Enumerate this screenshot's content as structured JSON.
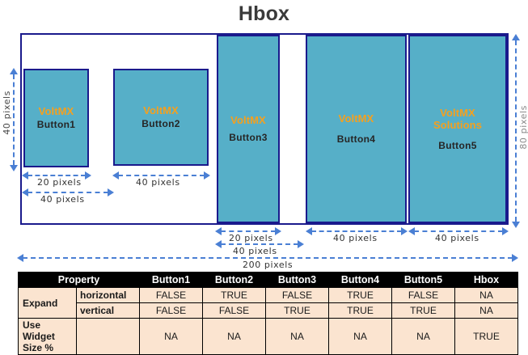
{
  "title": "Hbox",
  "colors": {
    "button_fill": "#56afc8",
    "button_border": "#1a1a8c",
    "container_border": "#1a1a8c",
    "brand_text": "#f5a01e",
    "dimension_arrow": "#4a7fd4",
    "table_header_bg": "#000000",
    "table_cell_bg": "#fbe4d0"
  },
  "buttons": [
    {
      "brand": "VoltMX",
      "label": "Button1"
    },
    {
      "brand": "VoltMX",
      "label": "Button2"
    },
    {
      "brand": "VoltMX",
      "label": "Button3"
    },
    {
      "brand": "VoltMX",
      "label": "Button4"
    },
    {
      "brand": "VoltMX Solutions",
      "brand_line1": "VoltMX",
      "brand_line2": "Solutions",
      "label": "Button5"
    }
  ],
  "dimensions": {
    "button1_width": "20 pixels",
    "button1_slot": "40 pixels",
    "button2_width": "40 pixels",
    "button3_width": "20 pixels",
    "button3_slot": "40 pixels",
    "button4_width": "40 pixels",
    "button5_width": "40 pixels",
    "container_width": "200 pixels",
    "button_height": "40 pixels",
    "container_height": "80 pixels"
  },
  "table": {
    "headers": [
      "Property",
      "",
      "Button1",
      "Button2",
      "Button3",
      "Button4",
      "Button5",
      "Hbox"
    ],
    "rows": [
      {
        "property": "Expand",
        "sub": "horizontal",
        "values": [
          "FALSE",
          "TRUE",
          "FALSE",
          "TRUE",
          "FALSE",
          "NA"
        ]
      },
      {
        "property": "",
        "sub": "vertical",
        "values": [
          "FALSE",
          "FALSE",
          "TRUE",
          "TRUE",
          "TRUE",
          "NA"
        ]
      },
      {
        "property": "Use Widget Size %",
        "sub": "",
        "values": [
          "NA",
          "NA",
          "NA",
          "NA",
          "NA",
          "TRUE"
        ]
      }
    ]
  }
}
